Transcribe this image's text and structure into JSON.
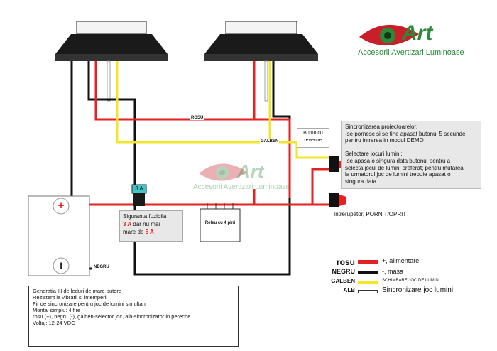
{
  "logo": {
    "word": "Art",
    "subtitle": "Accesorii Avertizari Luminoase"
  },
  "watermark": {
    "word": "Art",
    "subtitle": "Accesorii Avertizari Luminoase"
  },
  "wires": {
    "rosu_label": "ROSU",
    "galben_label": "GALBEN",
    "negru_label": "NEGRU"
  },
  "fuse": {
    "rating": "3 A",
    "note_line1": "Siguranta fuzibila",
    "note_max_a": "3 A",
    "note_line2": "dar nu mai",
    "note_line3": "mare de",
    "note_max_b": "5 A"
  },
  "relay": {
    "label": "Releu cu  4 pini"
  },
  "battery": {
    "plus": "+",
    "minus": "I"
  },
  "button_return": {
    "label_line1": "Buton cu",
    "label_line2": "revenire"
  },
  "switch": {
    "label": "Intrerupator, PORNIT/OPRIT"
  },
  "sync_note": {
    "lines": [
      "Sincronizarea proiectoarelor:",
      "-se pornesc si se tine apasat butonul 5 secunde",
      "pentru intrarea in modul DEMO",
      "",
      "Selectare jocuri lumini:",
      "-se apasa o singura data butonul pentru a",
      "selecta jocul de lumini preferat; pentru mutarea",
      "la urmatorul joc de lumini trebuie apasat o",
      "singura data."
    ]
  },
  "legend": [
    {
      "key": "rosu",
      "desc": "+, alimentare",
      "color": "#e52222"
    },
    {
      "key": "NEGRU",
      "desc": "-, masa",
      "color": "#111111"
    },
    {
      "key": "GALBEN",
      "desc": "SCHIMBARE JOC DE LUMINI",
      "color": "#f2e52a"
    },
    {
      "key": "ALB",
      "desc": "Sincronizare joc lumini",
      "color": "#ffffff"
    }
  ],
  "info": {
    "lines": [
      "Generatia III de leduri de mare putere",
      "Rezistent la vibratii si intemperii",
      "Fir de sincronizare pentru joc de lumini simultan",
      "Montaj simplu: 4 fire",
      "rosu (+), negru (-), galben-selector joc, alb-sincronizator in pereche",
      "Voltaj: 12-24 VDC"
    ]
  },
  "colors": {
    "red": "#e52222",
    "black": "#111111",
    "yellow": "#f2e52a",
    "logo_red": "#c8202a",
    "logo_green": "#2a8a3a",
    "fuse_teal": "#40c8c8"
  }
}
